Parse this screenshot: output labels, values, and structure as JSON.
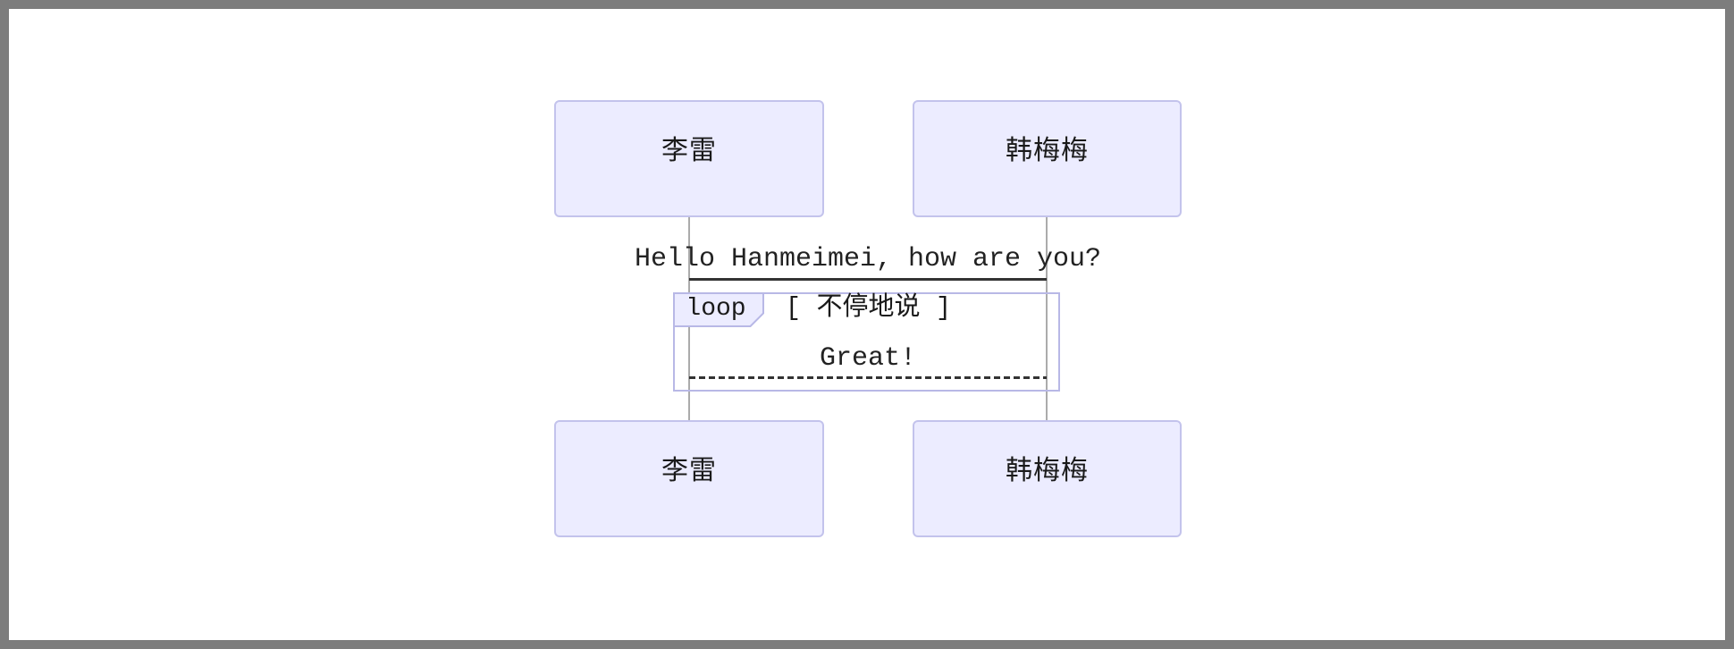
{
  "frame": {
    "background": "#7D7D7D",
    "canvas_background": "#FFFFFF"
  },
  "diagram": {
    "kind": "sequence-diagram",
    "actors": [
      {
        "name": "李雷"
      },
      {
        "name": "韩梅梅"
      }
    ],
    "messages": [
      {
        "text": "Hello Hanmeimei, how are you?",
        "from": "李雷",
        "to": "韩梅梅",
        "line_style": "solid"
      },
      {
        "text": "Great!",
        "from": "韩梅梅",
        "to": "李雷",
        "line_style": "dashed"
      }
    ],
    "loop": {
      "label": "loop",
      "condition": "[ 不停地说 ]"
    },
    "colors": {
      "actor_fill": "#ECECFF",
      "actor_border": "#C3C3EC",
      "loop_border": "#B8B8E6",
      "loop_label_fill": "#ECECFF",
      "message_line": "#333333",
      "lifeline": "#ABABAB",
      "text": "#1A1A1A",
      "frame": "#7D7D7D"
    }
  }
}
